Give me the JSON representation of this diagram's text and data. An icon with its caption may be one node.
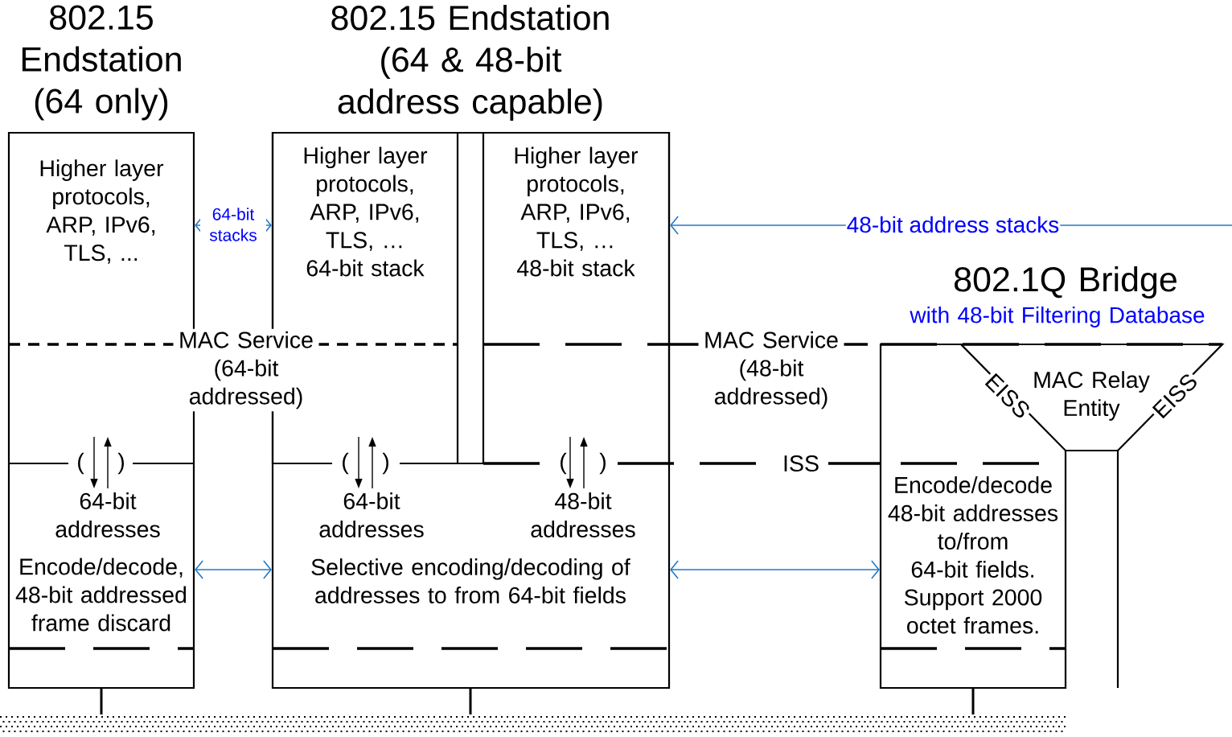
{
  "diagram": {
    "nodes": [
      {
        "text": [
          "802.15 Endstation (64 only)"
        ]
      },
      {
        "text": [
          "802.15 Endstation (64 & 48-bit address capable)"
        ]
      },
      {
        "text": [
          "802.1Q Bridge",
          "with 48-bit Filtering Database"
        ]
      },
      {
        "text": [
          "Higher layer protocols, ARP, IPv6, TLS, ..."
        ],
        "in": 0
      },
      {
        "text": [
          "Higher layer protocols, ARP, IPv6, TLS, … 64-bit stack"
        ],
        "in": 1
      },
      {
        "text": [
          "Higher layer protocols, ARP, IPv6, TLS, … 48-bit stack"
        ],
        "in": 1
      },
      {
        "text": [
          "Encode/decode, 48-bit addressed frame discard"
        ],
        "in": 0
      },
      {
        "text": [
          "Selective encoding/decoding of addresses to from 64-bit fields"
        ],
        "in": 1
      },
      {
        "text": [
          "Encode/decode 48-bit addresses to/from 64-bit fields.",
          "Support 2000 octet frames."
        ],
        "in": 2
      },
      {
        "text": [
          "MAC Relay Entity"
        ],
        "beside": [
          "EISS",
          "EISS"
        ],
        "in": 2
      }
    ],
    "edges": [
      {
        "from": 3,
        "to": 4,
        "arrow": "both",
        "label": "64-bit stacks"
      },
      {
        "from": null,
        "to": 5,
        "arrow": "to",
        "label": "48-bit address stacks"
      },
      {
        "from": 6,
        "to": 7,
        "arrow": "both"
      },
      {
        "from": 7,
        "to": 8,
        "arrow": "both"
      }
    ],
    "labels": [
      "MAC Service (64-bit addressed)",
      "MAC Service (48-bit addressed)",
      "(",
      ")",
      "(",
      ")",
      "(",
      ")",
      "ISS",
      "64-bit addresses",
      "64-bit addresses",
      "48-bit addresses"
    ]
  }
}
